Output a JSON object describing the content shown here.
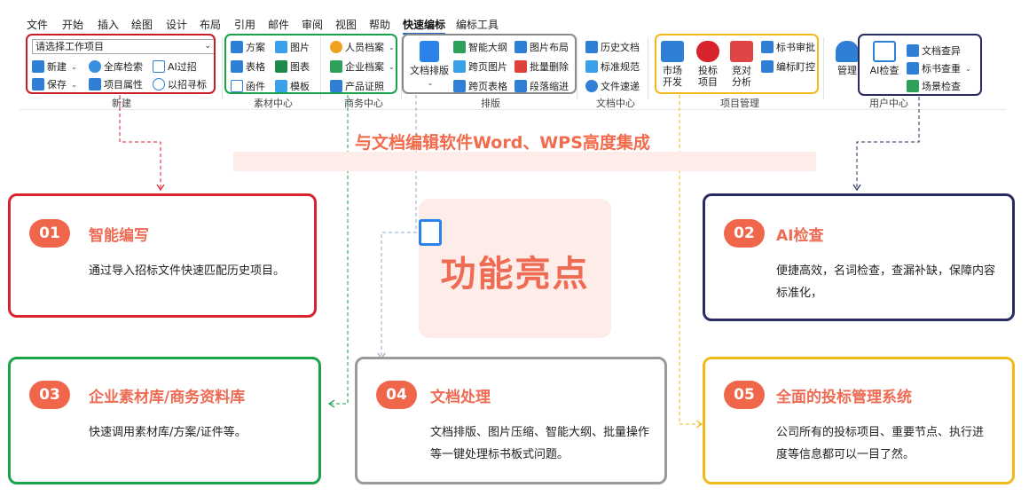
{
  "menu": [
    "文件",
    "开始",
    "插入",
    "绘图",
    "设计",
    "布局",
    "引用",
    "邮件",
    "审阅",
    "视图",
    "帮助",
    "快速编标",
    "编标工具"
  ],
  "ribbon": {
    "select_value": "请选择工作项目",
    "new_group": {
      "buttons": [
        "新建",
        "全库检索",
        "AI过招",
        "保存",
        "项目属性",
        "以招寻标"
      ],
      "label": "新建"
    },
    "material_group": {
      "buttons": [
        "方案",
        "图片",
        "表格",
        "图表",
        "函件",
        "模板"
      ],
      "label": "素材中心"
    },
    "business_group": {
      "buttons": [
        "人员档案",
        "企业档案",
        "产品证照"
      ],
      "label": "商务中心"
    },
    "layout_group": {
      "big": "文档排版",
      "buttons": [
        "智能大纲",
        "图片布局",
        "跨页图片",
        "批量删除",
        "跨页表格",
        "段落缩进"
      ],
      "label": "排版"
    },
    "doc_group": {
      "buttons": [
        "历史文档",
        "标准规范",
        "文件速递"
      ],
      "label": "文档中心"
    },
    "project_group": {
      "big": [
        [
          "市场",
          "开发"
        ],
        [
          "投标",
          "项目"
        ],
        [
          "竞对",
          "分析"
        ]
      ],
      "buttons": [
        "标书审批",
        "编标盯控"
      ],
      "label": "项目管理"
    },
    "user_group": {
      "buttons": [
        "管理",
        "AI检查",
        "文档查异",
        "标书查重",
        "场景检查"
      ],
      "label": "用户中心"
    }
  },
  "center": {
    "integration_title": "与文档编辑软件Word、WPS高度集成",
    "hero_title": "功能亮点"
  },
  "cards": [
    {
      "num": "01",
      "title": "智能编写",
      "desc": "通过导入招标文件快速匹配历史项目。",
      "color": "#d7232c"
    },
    {
      "num": "02",
      "title": "AI检查",
      "desc": "便捷高效，名词检查，查漏补缺，保障内容标准化，",
      "color": "#272b61"
    },
    {
      "num": "03",
      "title": "企业素材库/商务资料库",
      "desc": "快速调用素材库/方案/证件等。",
      "color": "#1aa24a"
    },
    {
      "num": "04",
      "title": "文档处理",
      "desc": "文档排版、图片压缩、智能大纲、批量操作等一键处理标书板式问题。",
      "color": "#9a9a9a"
    },
    {
      "num": "05",
      "title": "全面的投标管理系统",
      "desc": "公司所有的投标项目、重要节点、执行进度等信息都可以一目了然。",
      "color": "#f2b91c"
    }
  ],
  "colors": {
    "accent": "#ee6b54",
    "badge": "#f0664b",
    "pink_bg": "#fdece8"
  }
}
